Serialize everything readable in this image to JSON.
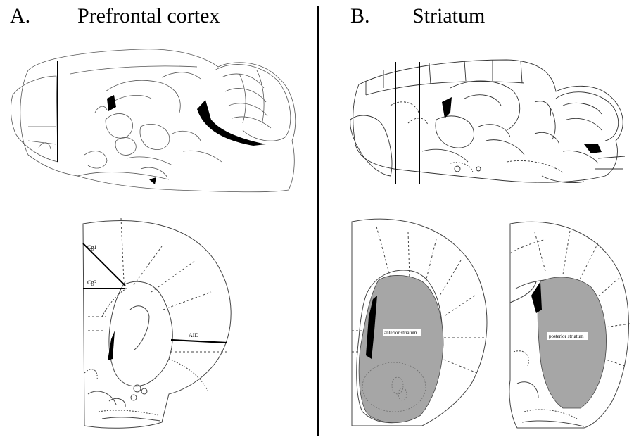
{
  "panels": {
    "a": {
      "letter": "A.",
      "title": "Prefrontal cortex"
    },
    "b": {
      "letter": "B.",
      "title": "Striatum"
    }
  },
  "region_labels": {
    "cg1": "Cg1",
    "cg3": "Cg3",
    "aid": "AID",
    "anterior_striatum": "anterior striatum",
    "posterior_striatum": "posterior striatum"
  },
  "colors": {
    "outline": "#555555",
    "striatum_fill": "#a6a6a6",
    "ventricle": "#000000"
  }
}
